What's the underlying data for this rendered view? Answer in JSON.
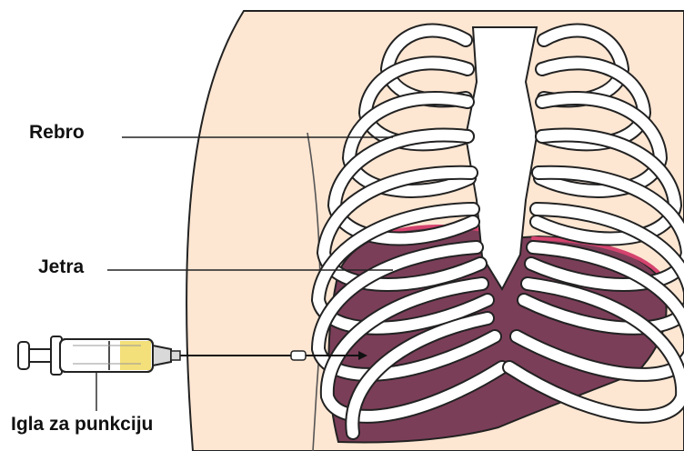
{
  "labels": {
    "rib": "Rebro",
    "liver": "Jetra",
    "needle": "Igla za punkciju"
  },
  "colors": {
    "skin": "#fde6d2",
    "liver": "#7b3e58",
    "liver_rim": "#d4436e",
    "bone": "#ffffff",
    "outline": "#222222",
    "syringe_fluid": "#f3e07a"
  }
}
